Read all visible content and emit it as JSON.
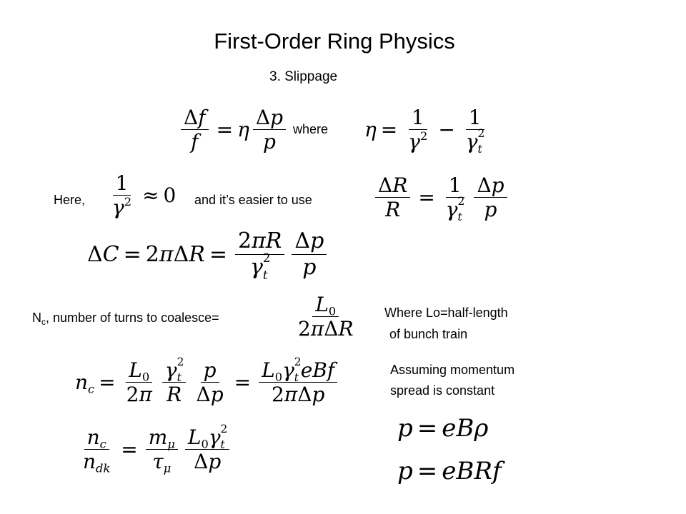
{
  "slide": {
    "title": "First-Order Ring Physics",
    "subtitle": "3. Slippage"
  },
  "labels": {
    "where": "where",
    "here": "Here,",
    "easier": "and it’s easier to use",
    "nc_prefix": "N",
    "nc_sub": "c",
    "nc_text": ", number of turns to coalesce=",
    "where_lo_line1": "Where Lo=half-length",
    "where_lo_line2": " of bunch train",
    "assuming_line1": "Assuming momentum",
    "assuming_line2": "spread is constant"
  },
  "equations": [
    "Δf/f = η Δp/p",
    "η = 1/γ² − 1/γt²",
    "1/γ² ≈ 0",
    "ΔR/R = 1/γt² Δp/p",
    "ΔC = 2πΔR = 2πR/γt² Δp/p",
    "L0/(2πΔR)",
    "nc = L0/2π · γt²/R · p/Δp = L0γt²eBf/(2πΔp)",
    "nc/ndk = mμ/τμ · L0γt²/Δp",
    "p = eBρ",
    "p = eBRf"
  ]
}
